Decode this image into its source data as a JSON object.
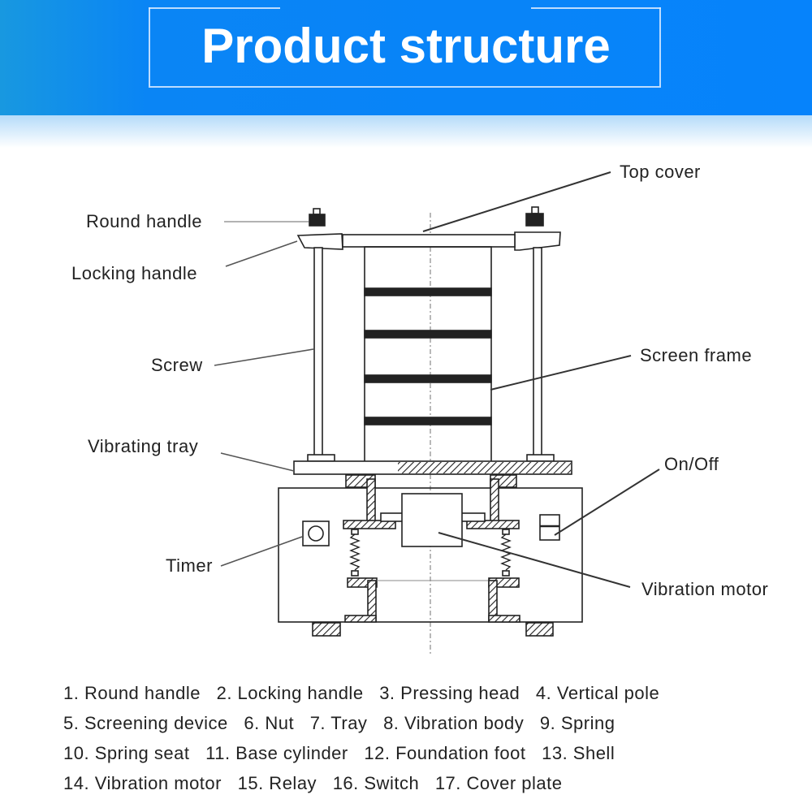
{
  "header": {
    "title": "Product structure"
  },
  "colors": {
    "banner": "#0683fb",
    "line": "#222222",
    "text": "#222222"
  },
  "callouts": {
    "top_cover": "Top cover",
    "round_handle": "Round handle",
    "locking_handle": "Locking handle",
    "screw": "Screw",
    "screen_frame": "Screen frame",
    "vibrating_tray": "Vibrating tray",
    "on_off": "On/Off",
    "timer": "Timer",
    "vibration_motor": "Vibration motor"
  },
  "parts_legend": [
    [
      "1. Round handle",
      "2. Locking handle",
      "3. Pressing head",
      "4. Vertical pole"
    ],
    [
      "5. Screening device",
      "6. Nut",
      "7. Tray",
      "8. Vibration body",
      "9. Spring"
    ],
    [
      "10. Spring seat",
      "11. Base cylinder",
      "12. Foundation foot",
      "13. Shell"
    ],
    [
      "14. Vibration motor",
      "15. Relay",
      "16. Switch",
      "17. Cover plate"
    ]
  ]
}
